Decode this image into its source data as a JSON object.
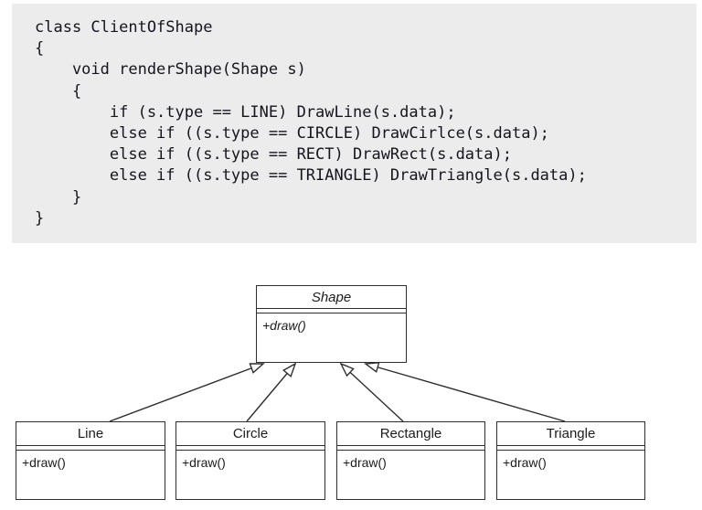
{
  "code_block": {
    "text": "class ClientOfShape\n{\n    void renderShape(Shape s)\n    {\n        if (s.type == LINE) DrawLine(s.data);\n        else if ((s.type == CIRCLE) DrawCirlce(s.data);\n        else if ((s.type == RECT) DrawRect(s.data);\n        else if ((s.type == TRIANGLE) DrawTriangle(s.data);\n    }\n}",
    "background_color": "#ececec",
    "text_color": "#15151e"
  },
  "diagram": {
    "type": "uml-class-diagram",
    "relationship": "generalization",
    "parent": {
      "name": "Shape",
      "abstract": true,
      "operations": [
        "+draw()"
      ]
    },
    "children": [
      {
        "name": "Line",
        "operations": [
          "+draw()"
        ]
      },
      {
        "name": "Circle",
        "operations": [
          "+draw()"
        ]
      },
      {
        "name": "Rectangle",
        "operations": [
          "+draw()"
        ]
      },
      {
        "name": "Triangle",
        "operations": [
          "+draw()"
        ]
      }
    ],
    "line_color": "#2e2e2e",
    "box_fill": "#ffffff"
  }
}
